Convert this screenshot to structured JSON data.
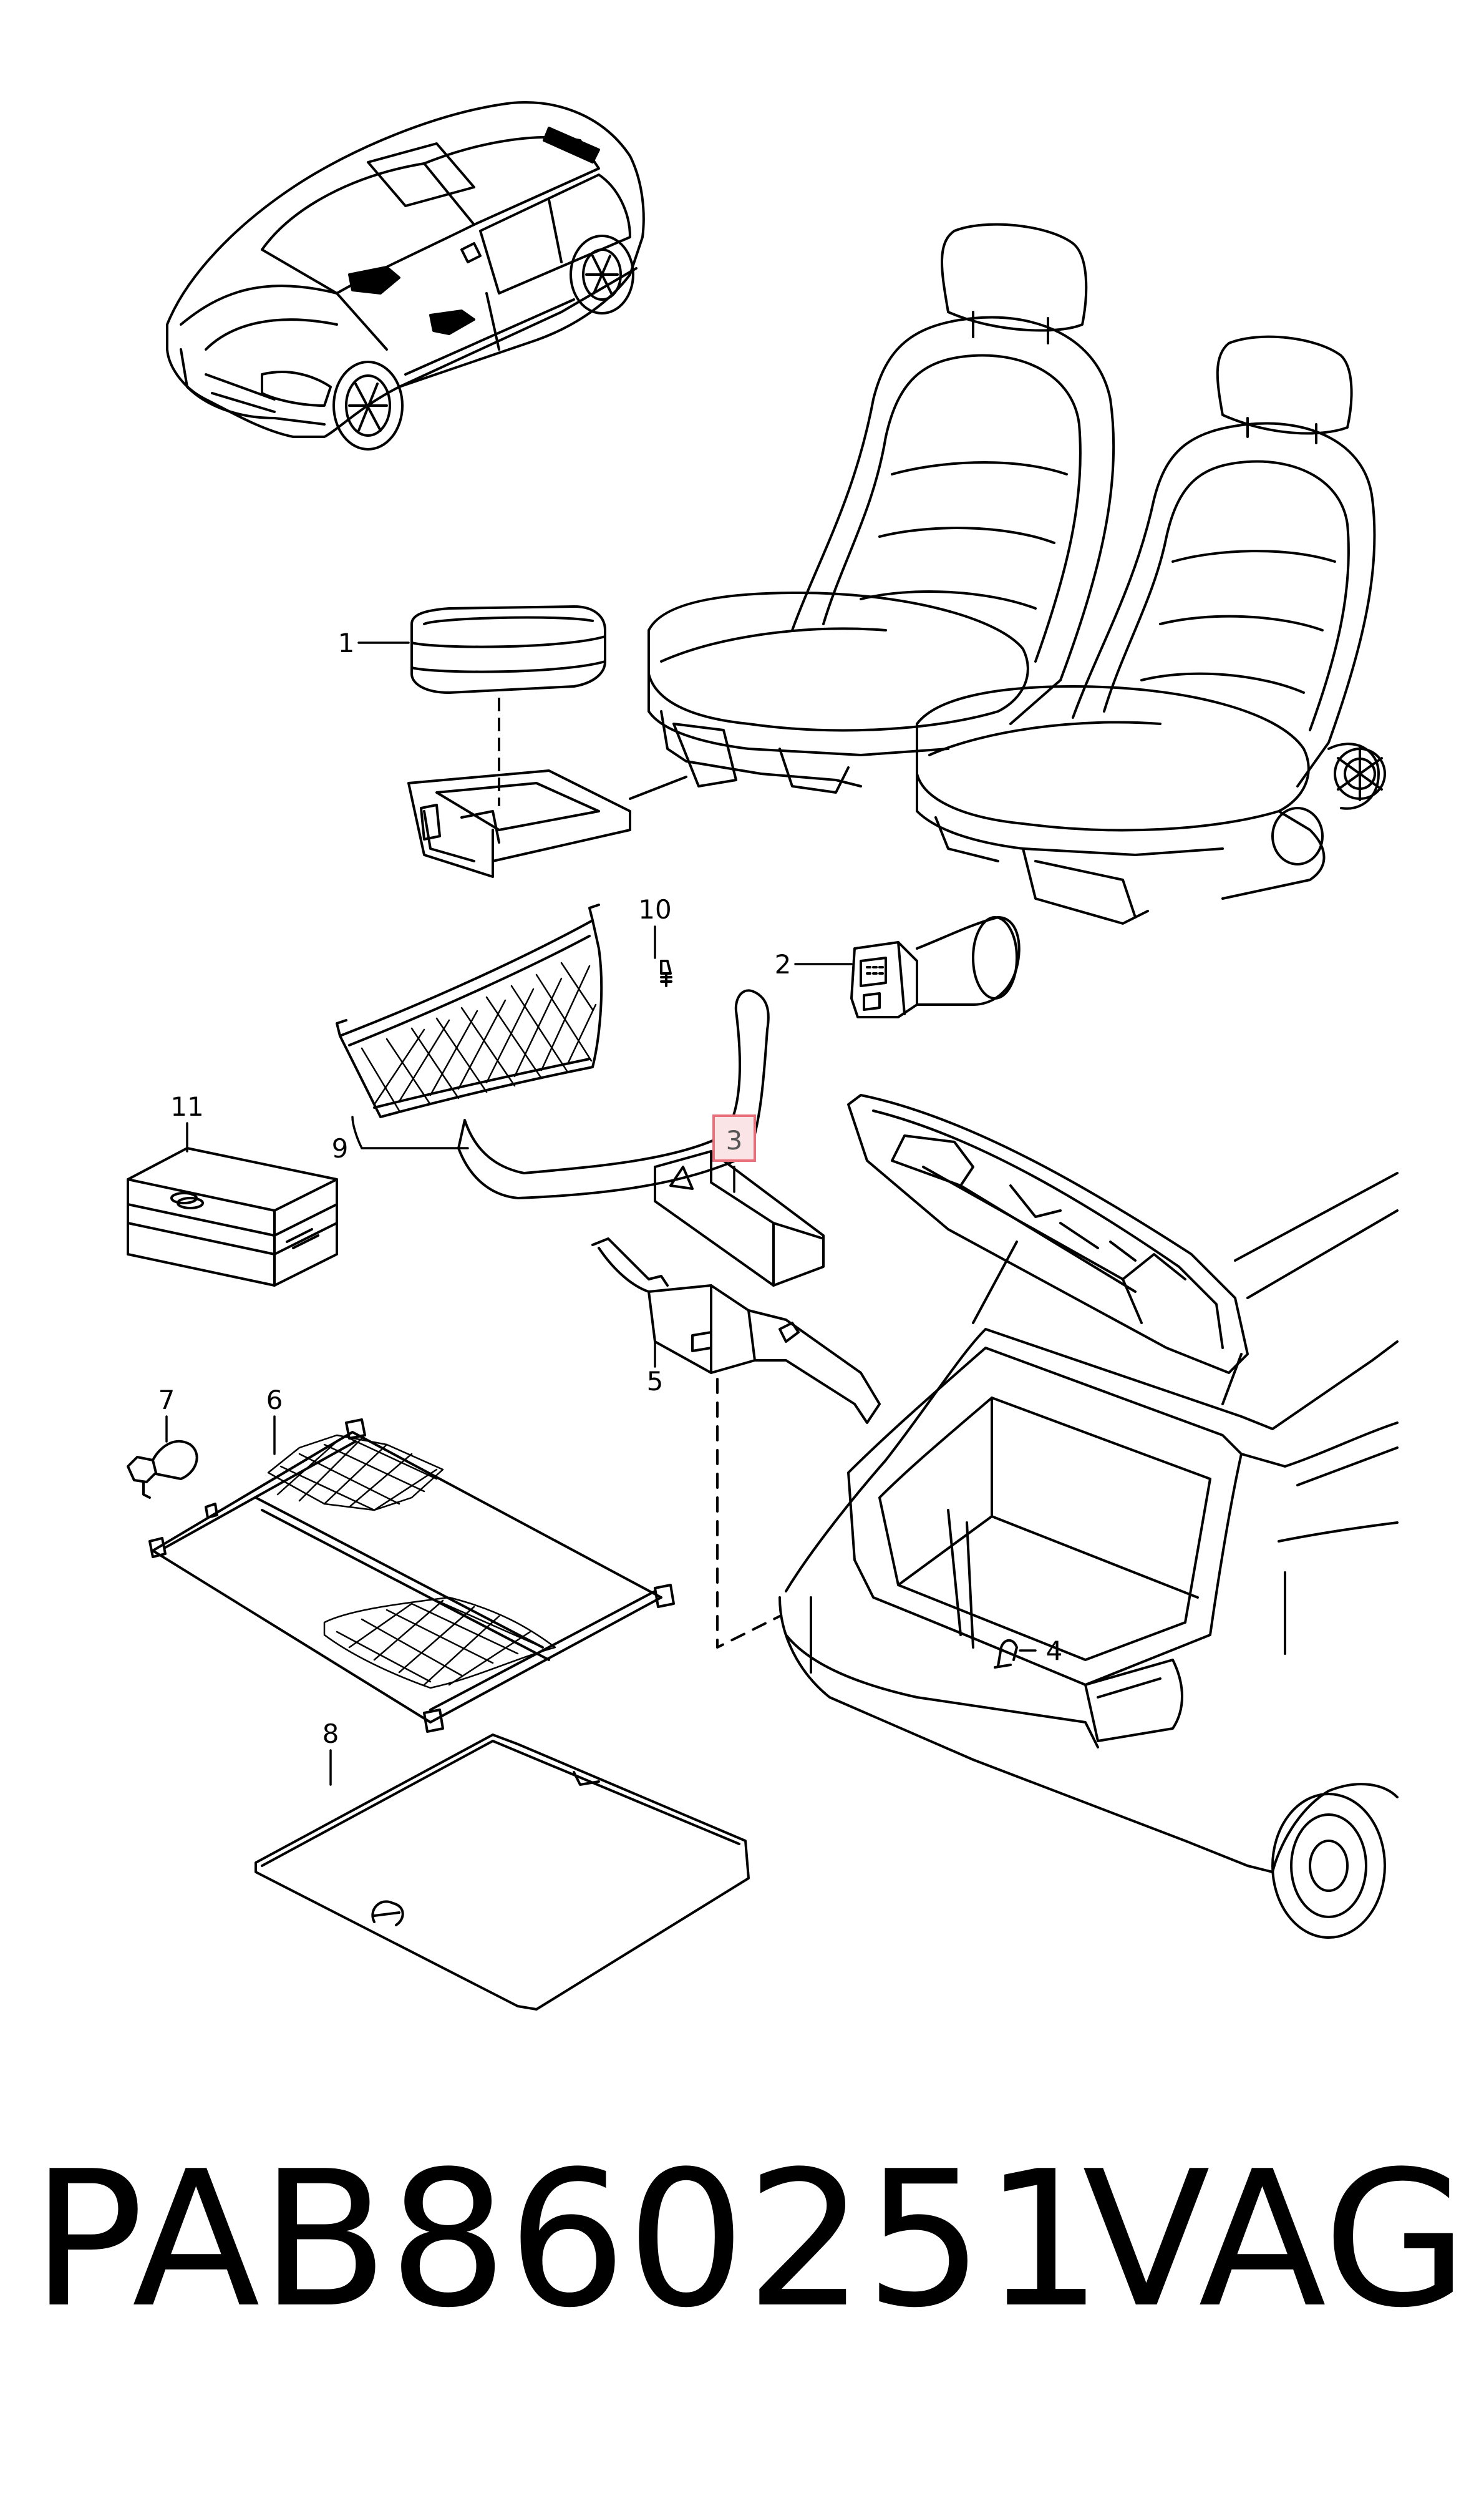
{
  "diagram": {
    "callouts": [
      {
        "id": "c1",
        "label": "1",
        "highlighted": false
      },
      {
        "id": "c2",
        "label": "2",
        "highlighted": false
      },
      {
        "id": "c3",
        "label": "3",
        "highlighted": true
      },
      {
        "id": "c4",
        "label": "4",
        "highlighted": false
      },
      {
        "id": "c5",
        "label": "5",
        "highlighted": false
      },
      {
        "id": "c6",
        "label": "6",
        "highlighted": false
      },
      {
        "id": "c7",
        "label": "7",
        "highlighted": false
      },
      {
        "id": "c8",
        "label": "8",
        "highlighted": false
      },
      {
        "id": "c9",
        "label": "9",
        "highlighted": false
      },
      {
        "id": "c10",
        "label": "10",
        "highlighted": false
      },
      {
        "id": "c11",
        "label": "11",
        "highlighted": false
      }
    ],
    "highlight_color": "#e8707a",
    "line_color": "#000000"
  },
  "footer": {
    "part_number": "PAB860251",
    "brand": "VAG"
  }
}
